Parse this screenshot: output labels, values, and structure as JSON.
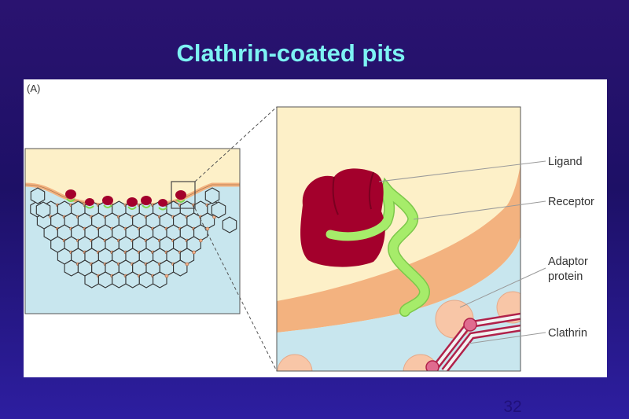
{
  "slide": {
    "title": "Clathrin-coated pits",
    "page_number": "32"
  },
  "figure": {
    "panel_label": "(A)",
    "labels": {
      "ligand": "Ligand",
      "receptor": "Receptor",
      "adaptor_line1": "Adaptor",
      "adaptor_line2": "protein",
      "clathrin": "Clathrin"
    },
    "colors": {
      "extracellular": "#fdf0c8",
      "cytoplasm": "#c8e6ee",
      "membrane": "#f3b27f",
      "ligand": "#a3002c",
      "receptor": "#a6ec6a",
      "adaptor": "#f8c6a7",
      "clathrin": "#b0214a",
      "clathrin_node": "#e06b8f"
    }
  }
}
